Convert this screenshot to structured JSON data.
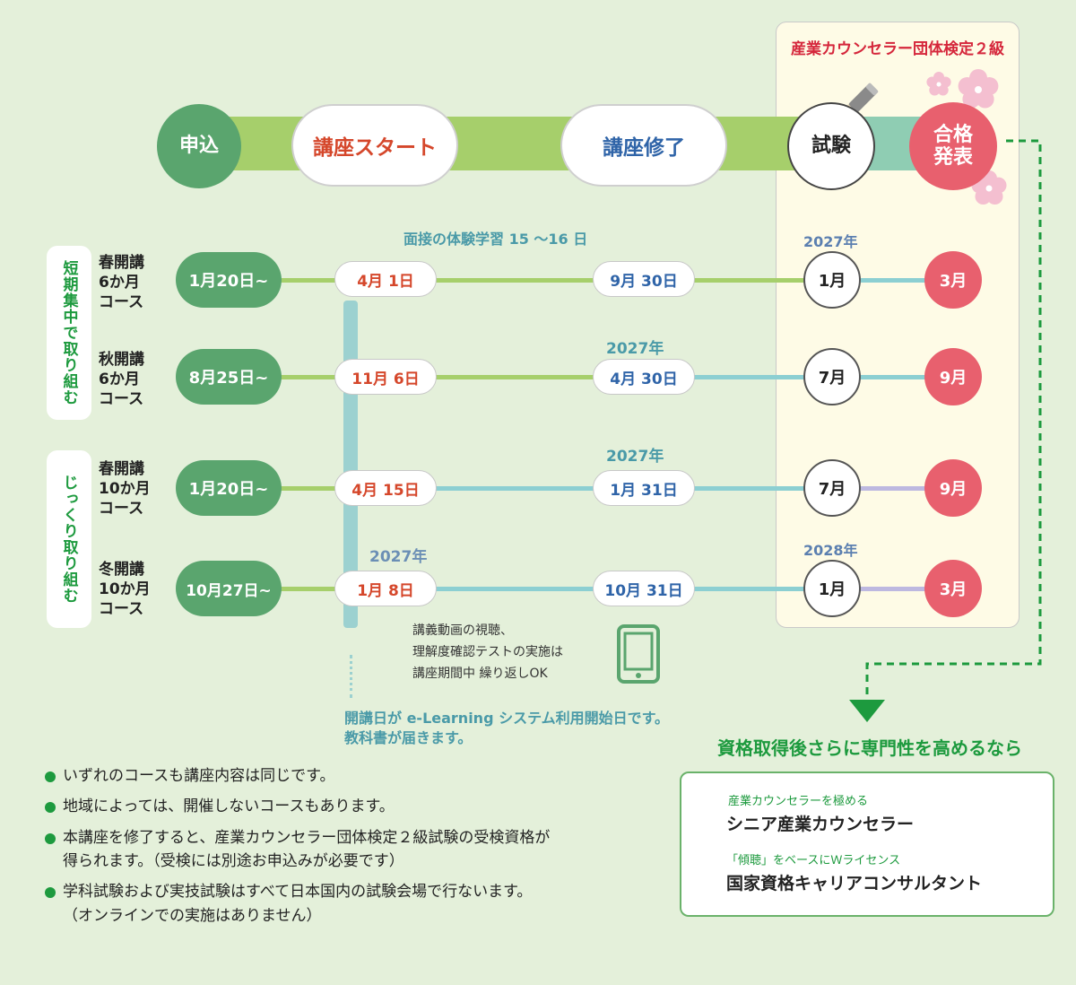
{
  "exam_panel": {
    "title": "産業カウンセラー団体検定２級"
  },
  "flow": {
    "apply": "申込",
    "course_start": "講座スタート",
    "course_end": "講座修了",
    "exam": "試験",
    "result": "合格\n発表"
  },
  "interview_note": "面接の体験学習 15 ～16 日",
  "groups": [
    {
      "label": "短期集中で取り組む"
    },
    {
      "label": "じっくり取り組む"
    }
  ],
  "rows": [
    {
      "course": "春開講\n6か月\nコース",
      "apply": "1月20日~",
      "start": "4月 1日",
      "end": "9月 30日",
      "end_year": "",
      "exam": "1月",
      "exam_year": "2027年",
      "result": "3月"
    },
    {
      "course": "秋開講\n6か月\nコース",
      "apply": "8月25日~",
      "start": "11月 6日",
      "end": "4月 30日",
      "end_year": "2027年",
      "exam": "7月",
      "exam_year": "",
      "result": "9月"
    },
    {
      "course": "春開講\n10か月\nコース",
      "apply": "1月20日~",
      "start": "4月 15日",
      "end": "1月 31日",
      "end_year": "2027年",
      "exam": "7月",
      "exam_year": "",
      "result": "9月"
    },
    {
      "course": "冬開講\n10か月\nコース",
      "apply": "10月27日~",
      "start": "1月 8日",
      "start_year": "2027年",
      "end": "10月 31日",
      "end_year": "",
      "exam": "1月",
      "exam_year": "2028年",
      "result": "3月"
    }
  ],
  "video_note": "講義動画の視聴、\n理解度確認テストの実施は\n講座期間中 繰り返しOK",
  "elearning_note": "開講日が e-Learning システム利用開始日です。\n教科書が届きます。",
  "bullets": [
    "いずれのコースも講座内容は同じです。",
    "地域によっては、開催しないコースもあります。",
    "本講座を修了すると、産業カウンセラー団体検定２級試験の受検資格が\n得られます。（受検には別途お申込みが必要です）",
    "学科試験および実技試験はすべて日本国内の試験会場で行ないます。\n（オンラインでの実施はありません）"
  ],
  "advance": {
    "title": "資格取得後さらに専門性を高めるなら",
    "item1_sub": "産業カウンセラーを極める",
    "item1_main": "シニア産業カウンセラー",
    "item2_sub": "「傾聴」をベースにＷライセンス",
    "item2_main": "国家資格キャリアコンサルタント"
  },
  "icons": {
    "pencil": "pencil-icon",
    "blossom": "cherry-blossom-icon",
    "tablet": "tablet-icon",
    "arrow": "arrow-down-icon"
  },
  "colors": {
    "green": "#5aa56e",
    "band": "#a6cf6b",
    "teal": "#8fcdb3",
    "red": "#e8606e",
    "accent": "#1d9a3e"
  }
}
